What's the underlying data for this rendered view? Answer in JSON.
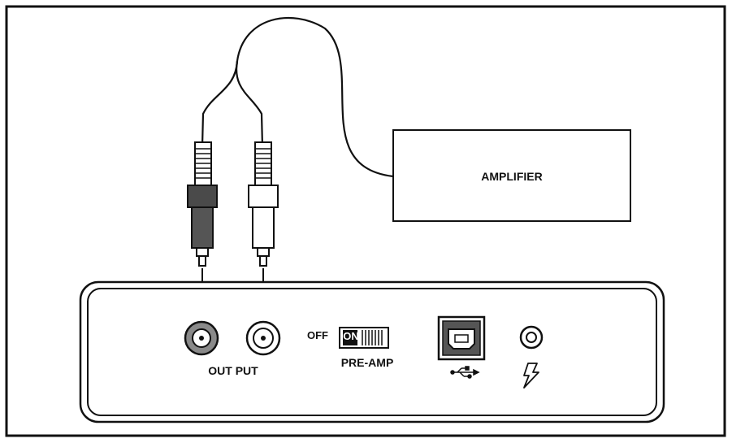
{
  "amplifier": {
    "label": "AMPLIFIER"
  },
  "output": {
    "label": "OUT PUT"
  },
  "preamp_switch": {
    "off_label": "OFF",
    "on_label": "ON",
    "name_label": "PRE-AMP",
    "state": "ON"
  },
  "colors": {
    "line": "#111111",
    "plug_dark": "#4a4a4a",
    "jack_ring": "#8a8a8a",
    "background": "#ffffff"
  },
  "icons": {
    "usb_port": "usb-b-port-icon",
    "usb_symbol": "usb-symbol-icon",
    "power_jack": "dc-power-jack-icon",
    "power_symbol": "lightning-bolt-icon"
  }
}
